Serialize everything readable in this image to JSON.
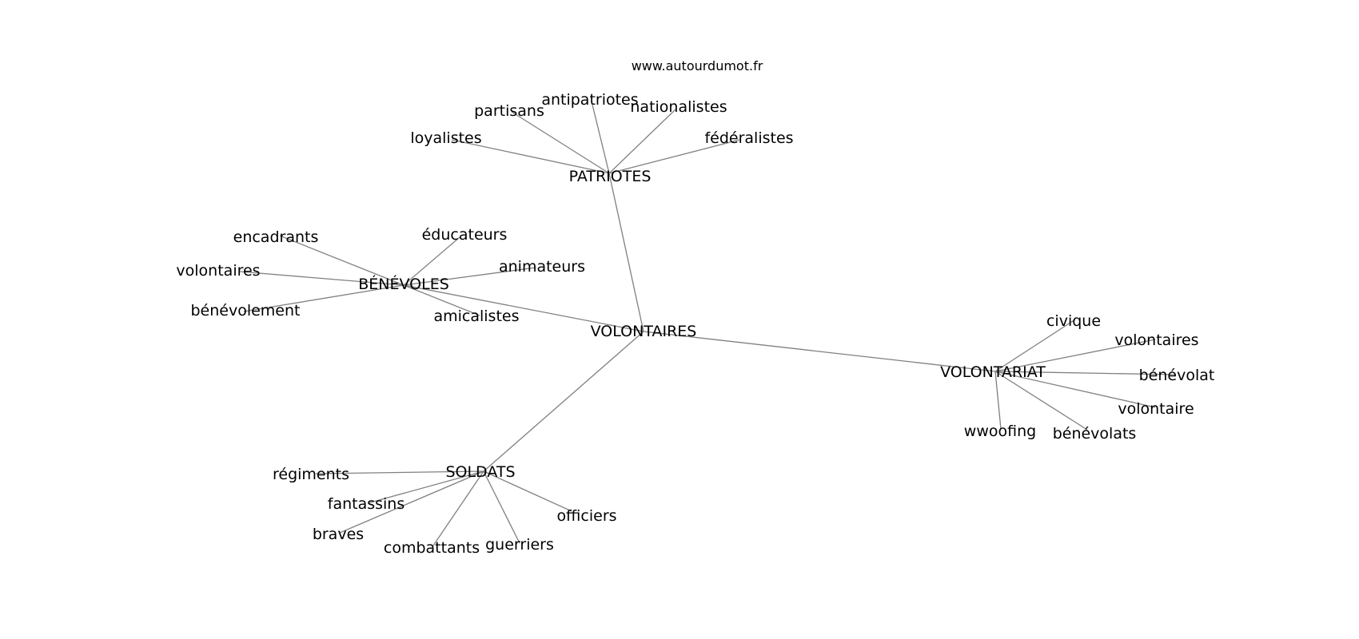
{
  "credit": "www.autourdumot.fr",
  "center": "VOLONTAIRES",
  "hubs": {
    "patriotes": {
      "label": "PATRIOTES",
      "words": [
        "loyalistes",
        "partisans",
        "antipatriotes",
        "nationalistes",
        "fédéralistes"
      ]
    },
    "benevoles": {
      "label": "BÉNÉVOLES",
      "words": [
        "encadrants",
        "éducateurs",
        "volontaires",
        "animateurs",
        "bénévolement",
        "amicalistes"
      ]
    },
    "volontariat": {
      "label": "VOLONTARIAT",
      "words": [
        "civique",
        "volontaires",
        "bénévolat",
        "volontaire",
        "wwoofing",
        "bénévolats"
      ]
    },
    "soldats": {
      "label": "SOLDATS",
      "words": [
        "régiments",
        "fantassins",
        "braves",
        "combattants",
        "guerriers",
        "officiers"
      ]
    }
  }
}
